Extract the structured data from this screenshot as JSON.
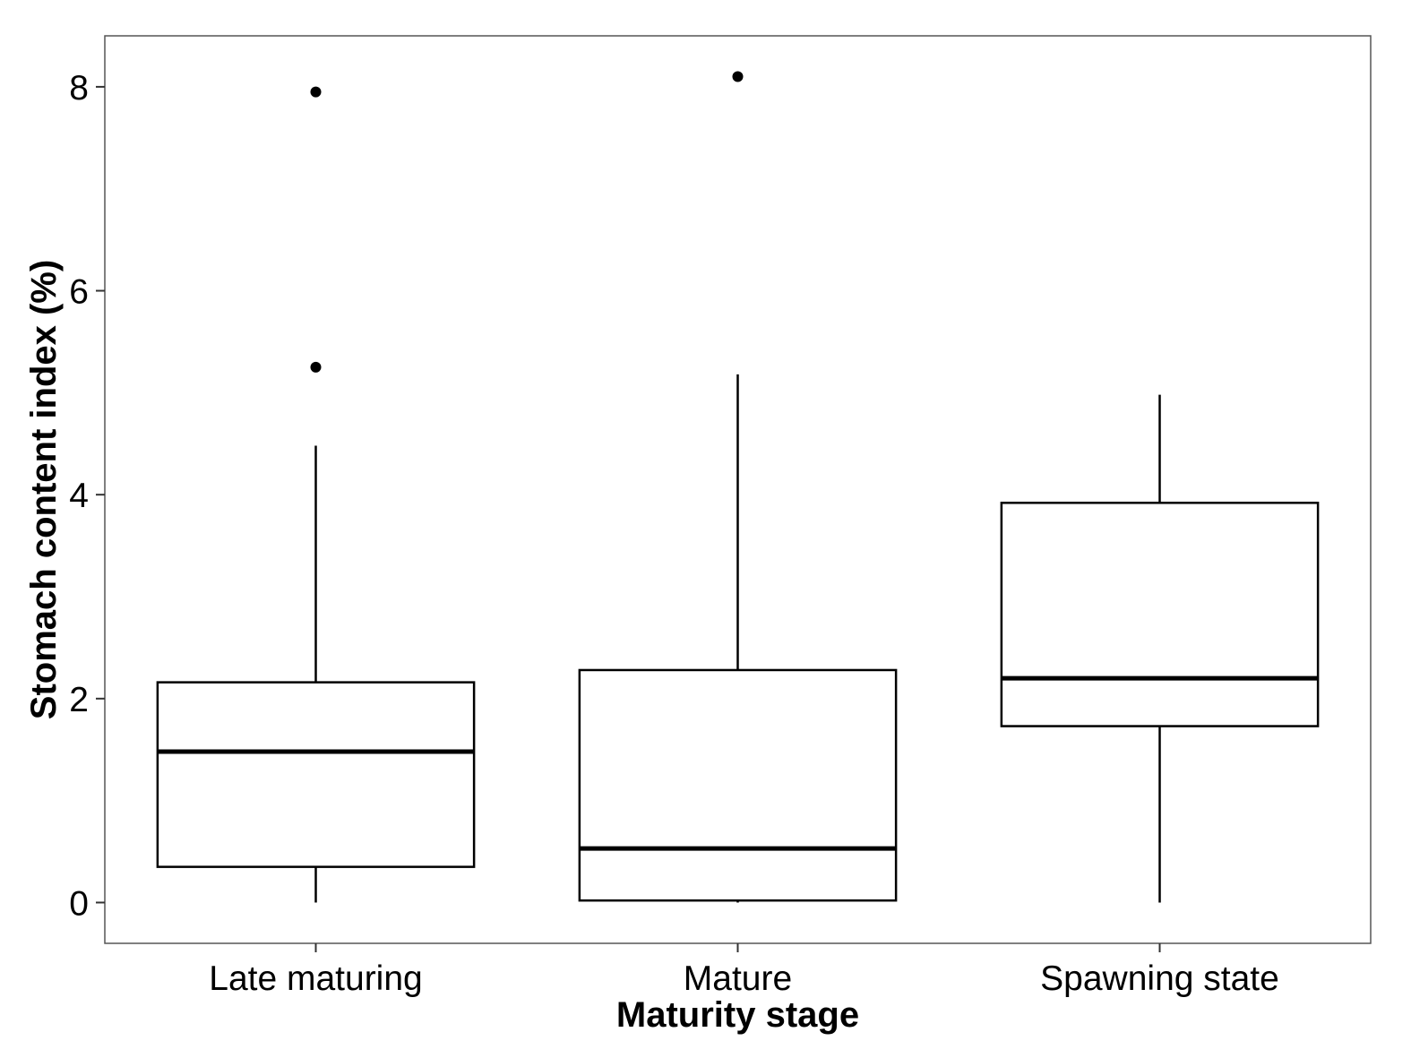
{
  "chart_data": {
    "type": "boxplot",
    "title": "",
    "xlabel": "Maturity stage",
    "ylabel": "Stomach content index (%)",
    "ylim": [
      -0.4,
      8.5
    ],
    "yticks": [
      0,
      2,
      4,
      6,
      8
    ],
    "grid": false,
    "categories": [
      "Late maturing",
      "Mature",
      "Spawning state"
    ],
    "boxes": [
      {
        "category": "Late maturing",
        "whisker_low": 0.0,
        "q1": 0.35,
        "median": 1.48,
        "q3": 2.16,
        "whisker_high": 4.48,
        "outliers": [
          5.25,
          7.95
        ]
      },
      {
        "category": "Mature",
        "whisker_low": 0.0,
        "q1": 0.02,
        "median": 0.53,
        "q3": 2.28,
        "whisker_high": 5.18,
        "outliers": [
          8.1
        ]
      },
      {
        "category": "Spawning state",
        "whisker_low": 0.0,
        "q1": 1.73,
        "median": 2.2,
        "q3": 3.92,
        "whisker_high": 4.98,
        "outliers": []
      }
    ]
  }
}
